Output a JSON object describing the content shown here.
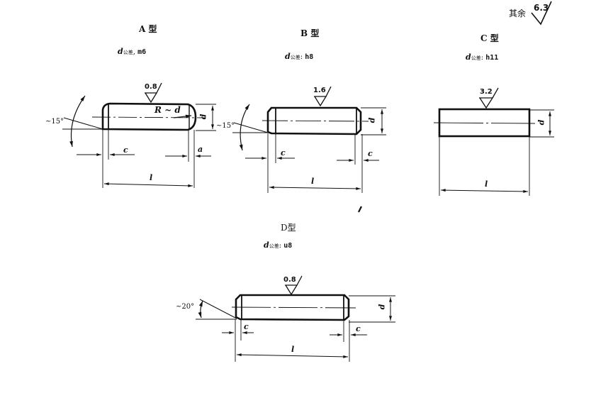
{
  "header": {
    "other_surfaces_label": "其余",
    "other_surfaces_roughness": "6.3"
  },
  "pins": [
    {
      "type_label": "A 型",
      "tolerance": {
        "symbol": "d",
        "subscript": "公差",
        "sep": ",",
        "value": "m6"
      },
      "roughness": "0.8",
      "angle": "~15°",
      "radius_label": "R ~ d",
      "dims": {
        "diameter": "d",
        "length": "l",
        "chamfer_left": "c",
        "chamfer_right": "a"
      }
    },
    {
      "type_label": "B 型",
      "tolerance": {
        "symbol": "d",
        "subscript": "公差",
        "sep": ":",
        "value": "h8"
      },
      "roughness": "1.6",
      "angle": "~15°",
      "dims": {
        "diameter": "d",
        "length": "l",
        "chamfer_left": "c",
        "chamfer_right": "c"
      }
    },
    {
      "type_label": "C 型",
      "tolerance": {
        "symbol": "d",
        "subscript": "公差",
        "sep": ":",
        "value": "h11"
      },
      "roughness": "3.2",
      "dims": {
        "diameter": "d",
        "length": "l"
      }
    },
    {
      "type_label": "D型",
      "tolerance": {
        "symbol": "d",
        "subscript": "公差",
        "sep": ":",
        "value": "u8"
      },
      "roughness": "0.8",
      "angle": "~20°",
      "dims": {
        "diameter": "d",
        "length": "l",
        "chamfer_left": "c",
        "chamfer_right": "c"
      }
    }
  ]
}
